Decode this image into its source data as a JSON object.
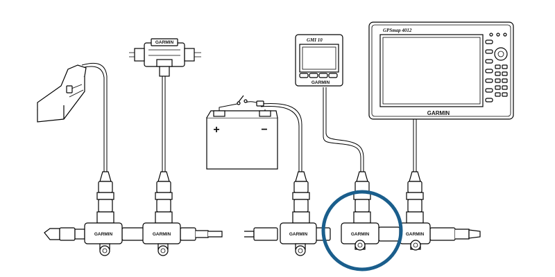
{
  "diagram": {
    "brand": "GARMIN",
    "chartplotter": {
      "model": "GPSmap 4012",
      "brand": "GARMIN"
    },
    "instrument": {
      "model": "GMI 10",
      "brand": "GARMIN"
    },
    "sensor_device": {
      "brand": "GARMIN"
    },
    "battery": {
      "positive": "+",
      "negative": "−"
    },
    "tee_connectors": [
      {
        "brand": "GARMIN"
      },
      {
        "brand": "GARMIN"
      },
      {
        "brand": "GARMIN"
      },
      {
        "brand": "GARMIN"
      },
      {
        "brand": "GARMIN"
      }
    ],
    "highlight_color": "#1a5e8c",
    "highlighted_connector_index": 3
  }
}
